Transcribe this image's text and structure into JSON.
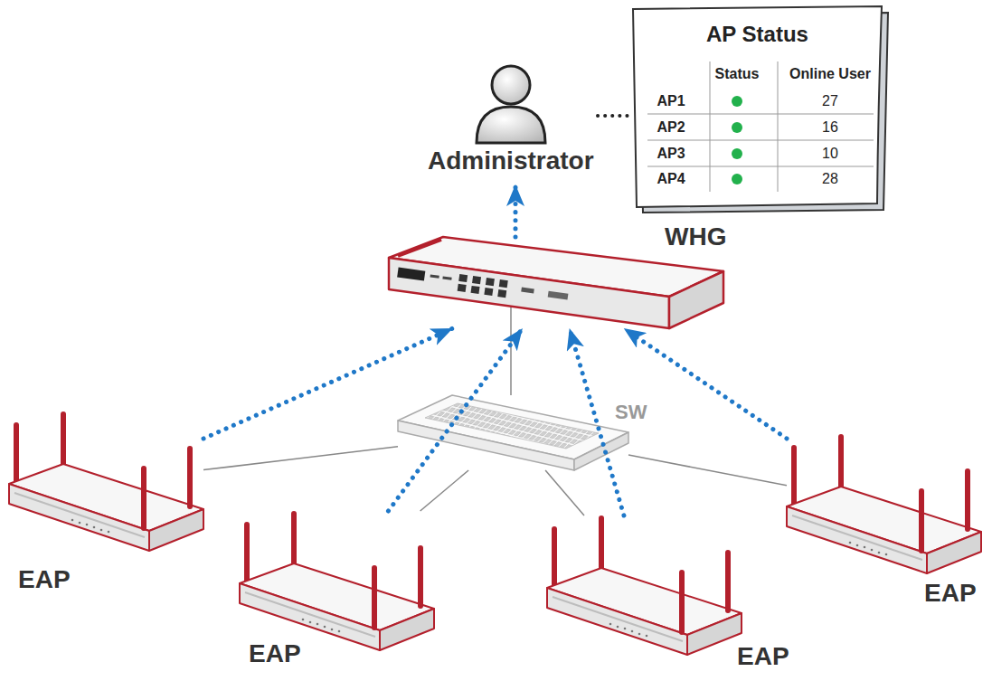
{
  "diagram": {
    "nodes": [
      {
        "text": [
          "Administrator"
        ]
      },
      {
        "text": [
          "AP Status"
        ]
      },
      {
        "text": [
          "WHG"
        ]
      },
      {
        "text": [
          "SW"
        ]
      },
      {
        "text": [
          "EAP"
        ]
      },
      {
        "text": [
          "EAP"
        ]
      },
      {
        "text": [
          "EAP"
        ]
      },
      {
        "text": [
          "EAP"
        ]
      }
    ],
    "edges": [
      {
        "from": 0,
        "to": 1,
        "arrow": "none"
      },
      {
        "from": 2,
        "to": 0,
        "arrow": "to"
      },
      {
        "from": 3,
        "to": 2,
        "arrow": "none"
      },
      {
        "from": 3,
        "to": 4,
        "arrow": "none"
      },
      {
        "from": 3,
        "to": 5,
        "arrow": "none"
      },
      {
        "from": 3,
        "to": 6,
        "arrow": "none"
      },
      {
        "from": 3,
        "to": 7,
        "arrow": "none"
      },
      {
        "from": 4,
        "to": 2,
        "arrow": "to"
      },
      {
        "from": 5,
        "to": 2,
        "arrow": "to"
      },
      {
        "from": 6,
        "to": 2,
        "arrow": "to"
      },
      {
        "from": 7,
        "to": 2,
        "arrow": "to"
      }
    ],
    "labels": [
      "Status",
      "Online User",
      "AP1",
      "27",
      "AP2",
      "16",
      "AP3",
      "10",
      "AP4",
      "28"
    ]
  }
}
